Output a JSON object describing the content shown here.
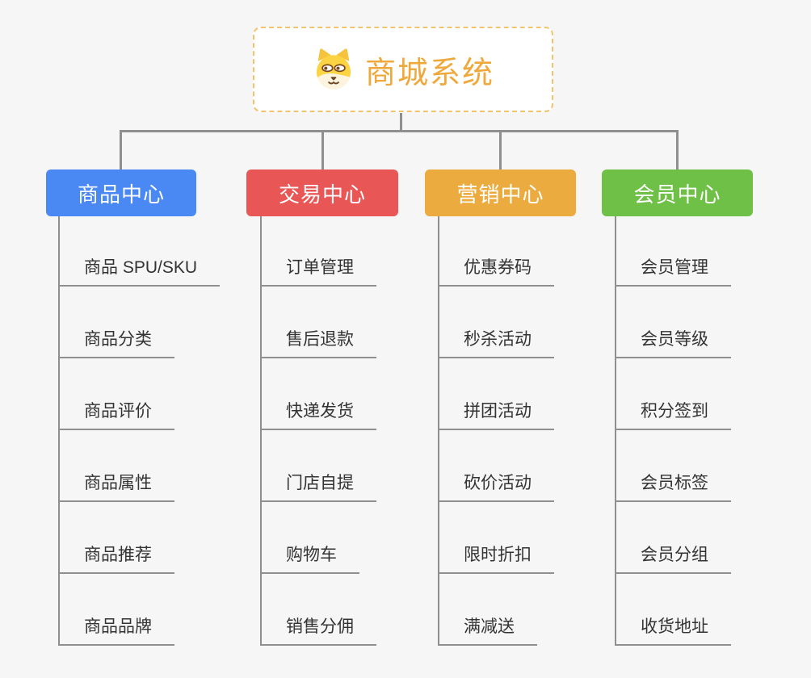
{
  "root": {
    "title": "商城系统",
    "icon": "dog-face-icon"
  },
  "colors": {
    "background": "#f6f6f6",
    "root_text": "#efa83b",
    "root_border": "#f2c26d",
    "connector": "#8f8f8f",
    "leaf_text": "#333333",
    "branch_blue": "#4a89f3",
    "branch_red": "#e85756",
    "branch_orange": "#ecab3e",
    "branch_green": "#6fc046"
  },
  "branches": [
    {
      "label": "商品中心",
      "color": "#4a89f3",
      "children": [
        "商品 SPU/SKU",
        "商品分类",
        "商品评价",
        "商品属性",
        "商品推荐",
        "商品品牌"
      ]
    },
    {
      "label": "交易中心",
      "color": "#e85756",
      "children": [
        "订单管理",
        "售后退款",
        "快递发货",
        "门店自提",
        "购物车",
        "销售分佣"
      ]
    },
    {
      "label": "营销中心",
      "color": "#ecab3e",
      "children": [
        "优惠券码",
        "秒杀活动",
        "拼团活动",
        "砍价活动",
        "限时折扣",
        "满减送"
      ]
    },
    {
      "label": "会员中心",
      "color": "#6fc046",
      "children": [
        "会员管理",
        "会员等级",
        "积分签到",
        "会员标签",
        "会员分组",
        "收货地址"
      ]
    }
  ]
}
